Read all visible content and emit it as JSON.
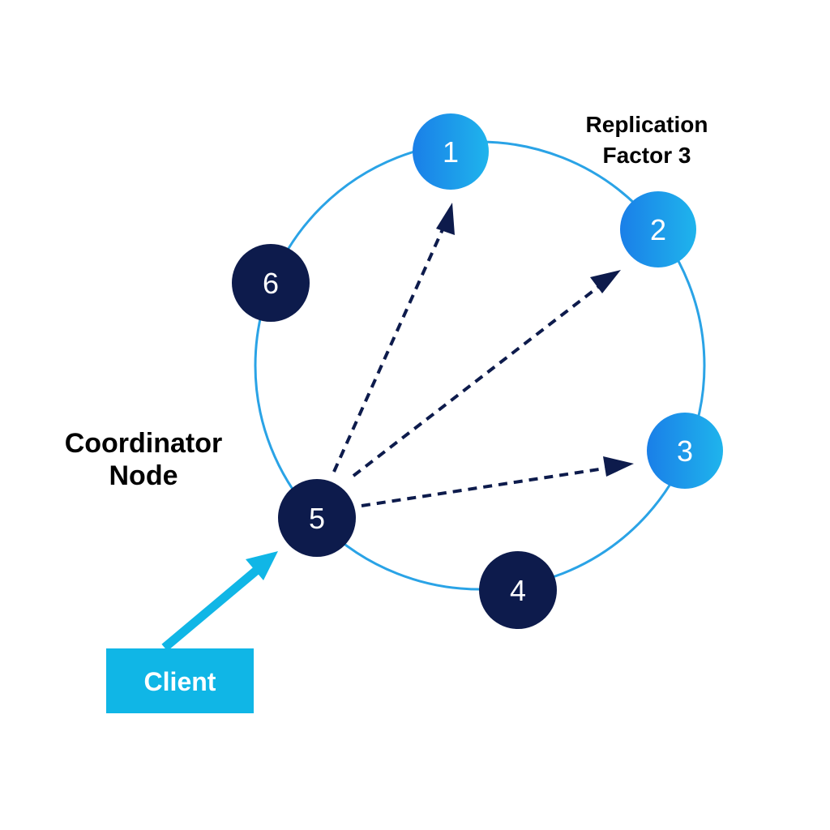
{
  "colors": {
    "ring": "#2aa3e6",
    "replica_node_fill": "#1e90ea",
    "other_node_fill": "#0d1b4c",
    "arrow": "#0d1b4c",
    "client": "#10b6e6"
  },
  "annotations": {
    "replication_line1": "Replication",
    "replication_line2": "Factor 3",
    "coordinator_line1": "Coordinator",
    "coordinator_line2": "Node"
  },
  "client": {
    "label": "Client"
  },
  "nodes": [
    {
      "id": "1",
      "label": "1",
      "role": "replica"
    },
    {
      "id": "2",
      "label": "2",
      "role": "replica"
    },
    {
      "id": "3",
      "label": "3",
      "role": "replica"
    },
    {
      "id": "4",
      "label": "4",
      "role": "other"
    },
    {
      "id": "5",
      "label": "5",
      "role": "coordinator"
    },
    {
      "id": "6",
      "label": "6",
      "role": "other"
    }
  ],
  "edges": [
    {
      "from": "5",
      "to": "1",
      "style": "dashed"
    },
    {
      "from": "5",
      "to": "2",
      "style": "dashed"
    },
    {
      "from": "5",
      "to": "3",
      "style": "dashed"
    },
    {
      "from": "client",
      "to": "5",
      "style": "solid"
    }
  ]
}
